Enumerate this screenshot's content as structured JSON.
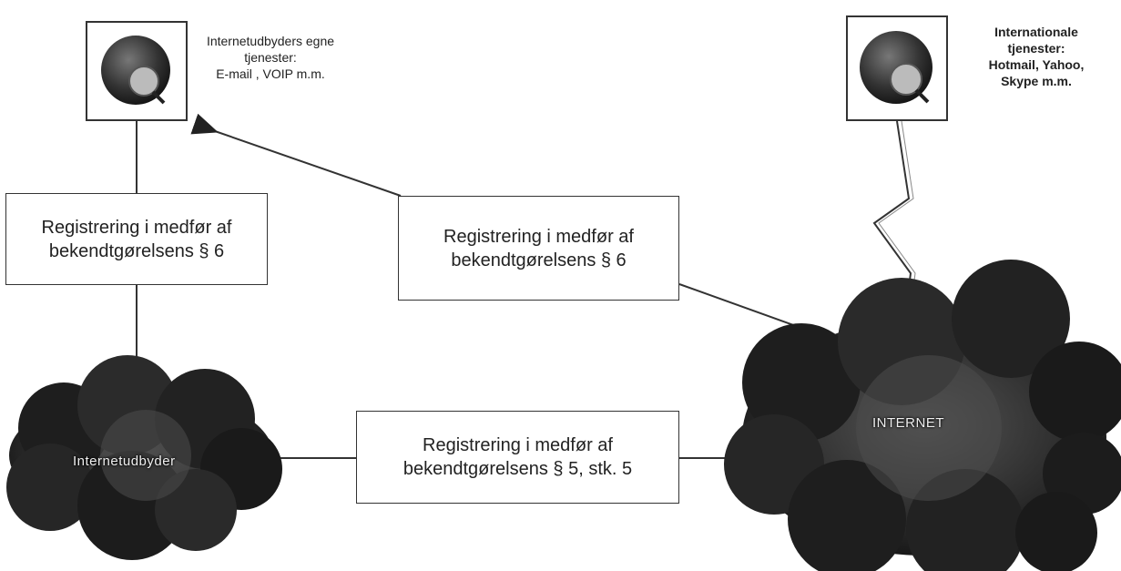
{
  "diagram": {
    "isp_services_caption": [
      "Internetudbyders egne",
      "tjenester:",
      "E-mail , VOIP m.m."
    ],
    "intl_services_caption": [
      "Internationale",
      "tjenester:",
      "Hotmail, Yahoo,",
      "Skype m.m."
    ],
    "box_left": [
      "Registrering i medfør af",
      "bekendtgørelsens § 6"
    ],
    "box_middle": [
      "Registrering i medfør af",
      "bekendtgørelsens § 6"
    ],
    "box_bottom": [
      "Registrering i medfør af",
      "bekendtgørelsens § 5, stk. 5"
    ],
    "isp_cloud_label": "Internetudbyder",
    "internet_cloud_label": "INTERNET"
  }
}
